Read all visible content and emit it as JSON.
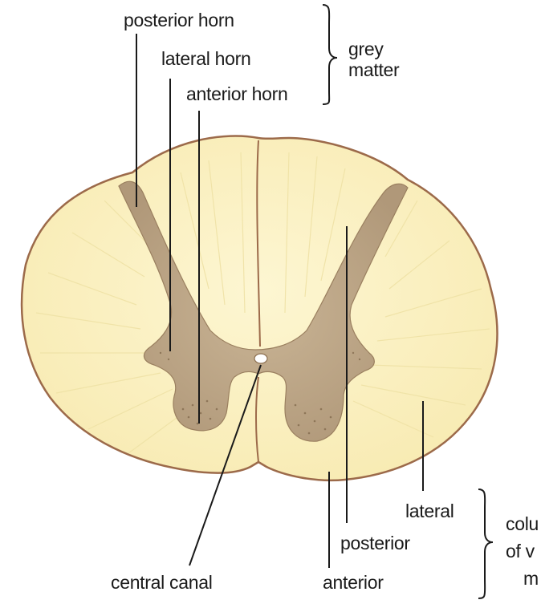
{
  "labels": {
    "posterior_horn": "posterior horn",
    "lateral_horn": "lateral horn",
    "anterior_horn": "anterior horn",
    "grey_matter_line1": "grey",
    "grey_matter_line2": "matter",
    "central_canal": "central canal",
    "lateral": "lateral",
    "posterior": "posterior",
    "anterior": "anterior",
    "columns_line1": "colu",
    "columns_line2": "of v",
    "columns_line3": "m"
  },
  "colors": {
    "white_matter_fill": "#fbf1c2",
    "white_matter_outline": "#9c6a4a",
    "grey_matter_fill": "#bfa98a",
    "central_canal_fill": "#ffffff",
    "leader_line": "#1a1a1a"
  }
}
